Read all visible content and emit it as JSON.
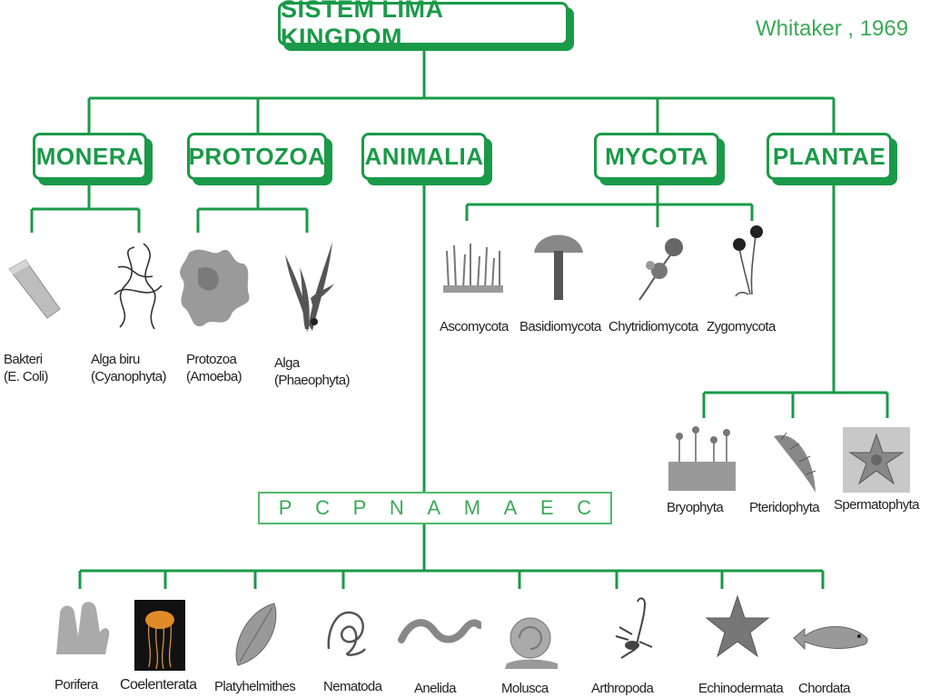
{
  "title": "SISTEM LIMA KINGDOM",
  "author": "Whitaker , 1969",
  "kingdoms": {
    "monera": "MONERA",
    "protozoa": "PROTOZOA",
    "animalia": "ANIMALIA",
    "mycota": "MYCOTA",
    "plantae": "PLANTAE"
  },
  "monera_members": [
    {
      "line1": "Bakteri",
      "line2": "(E. Coli)"
    },
    {
      "line1": "Alga biru",
      "line2": "(Cyanophyta)"
    }
  ],
  "protozoa_members": [
    {
      "line1": "Protozoa",
      "line2": "(Amoeba)"
    },
    {
      "line1": "Alga",
      "line2": "(Phaeophyta)"
    }
  ],
  "mycota_members": [
    "Ascomycota",
    "Basidiomycota",
    "Chytridiomycota",
    "Zygomycota"
  ],
  "plantae_members": [
    "Bryophyta",
    "Pteridophyta",
    "Spermatophyta"
  ],
  "phylum_initials": [
    "P",
    "C",
    "P",
    "N",
    "A",
    "M",
    "A",
    "E",
    "C"
  ],
  "animalia_members": [
    "Porifera",
    "Coelenterata",
    "Platyhelmithes",
    "Nematoda",
    "Anelida",
    "Molusca",
    "Arthropoda",
    "Echinodermata",
    "Chordata"
  ],
  "colors": {
    "line": "#1a9a48",
    "text": "#1a9a48"
  }
}
